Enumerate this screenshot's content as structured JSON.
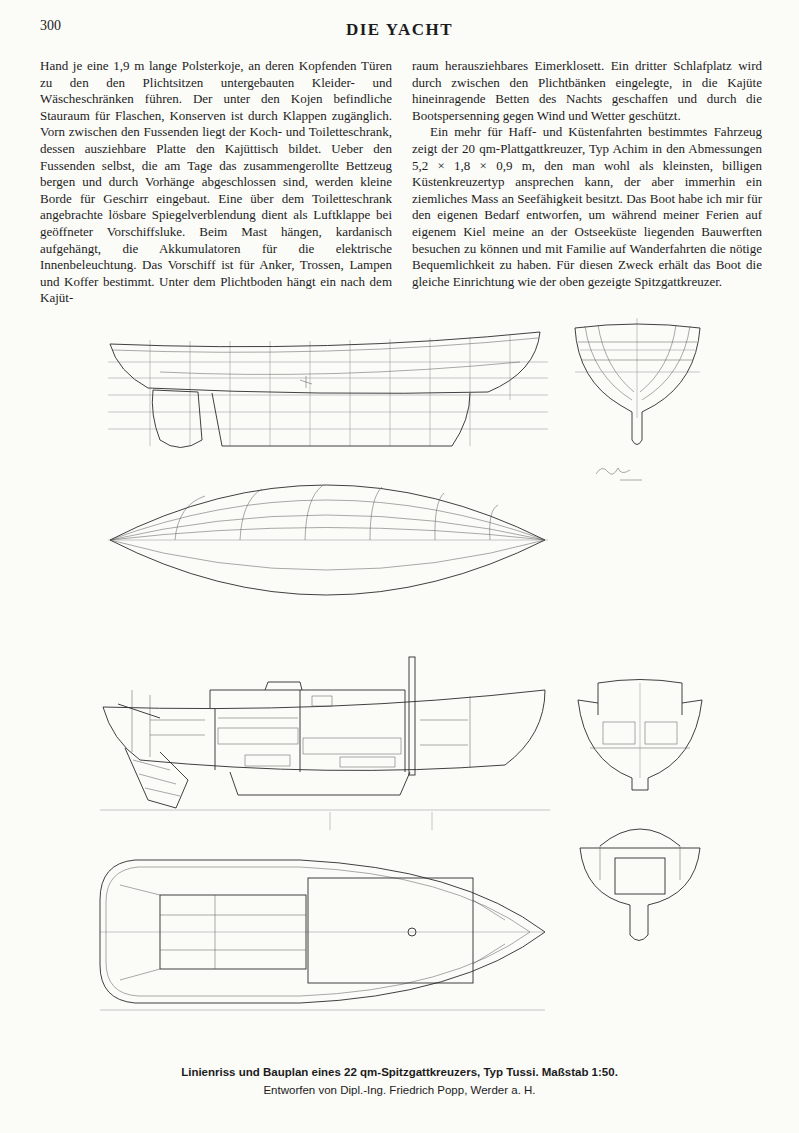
{
  "diagram": {
    "title": "DIE YACHT",
    "caption": "Linienriss und Bauplan eines 22 qm-Spitzgattkreuzers, Typ Tussi. Maßstab 1:50.",
    "labels": [
      "300",
      "Hand je eine 1,9 m lange Polsterkoje, an deren Kopfenden Türen zu den den Plichtsitzen untergebauten Kleider- und Wäscheschränken führen. Der unter den Kojen befindliche Stauraum für Flaschen, Konserven ist durch Klappen zugänglich. Vorn zwischen den Fussenden liegt der Koch- und Toiletteschrank, dessen ausziehbare Platte den Kajüttisch bildet. Ueber den Fussenden selbst, die am Tage das zusammengerollte Bettzeug bergen und durch Vorhänge abgeschlossen sind, werden kleine Borde für Geschirr eingebaut. Eine über dem Toiletteschrank angebrachte lösbare Spiegelverblendung dient als Luftklappe bei geöffneter Vorschiffsluke. Beim Mast hängen, kardanisch aufgehängt, die Akkumulatoren für die elektrische Innenbeleuchtung. Das Vorschiff ist für Anker, Trossen, Lampen und Koffer bestimmt. Unter dem Plichtboden hängt ein nach dem Kajüt-",
      "raum herausziehbares Eimerklosett. Ein dritter Schlafplatz wird durch zwischen den Plichtbänken eingelegte, in die Kajüte hineinragende Betten des Nachts geschaffen und durch die Bootspersenning gegen Wind und Wetter geschützt.",
      "Ein mehr für Haff- und Küstenfahrten bestimmtes Fahrzeug zeigt der 20 qm-Plattgattkreuzer, Typ Achim in den Abmessungen 5,2 × 1,8 × 0,9 m, den man wohl als kleinsten, billigen Küstenkreuzertyp ansprechen kann, der aber immerhin ein ziemliches Mass an Seefähigkeit besitzt. Das Boot habe ich mir für den eigenen Bedarf entworfen, um während meiner Ferien auf eigenem Kiel meine an der Ostseeküste liegenden Bauwerften besuchen zu können und mit Familie auf Wanderfahrten die nötige Bequemlichkeit zu haben. Für diesen Zweck erhält das Boot die gleiche Einrichtung wie der oben gezeigte Spitzgattkreuzer.",
      "Entworfen von Dipl.-Ing. Friedrich Popp, Werder a. H."
    ]
  }
}
